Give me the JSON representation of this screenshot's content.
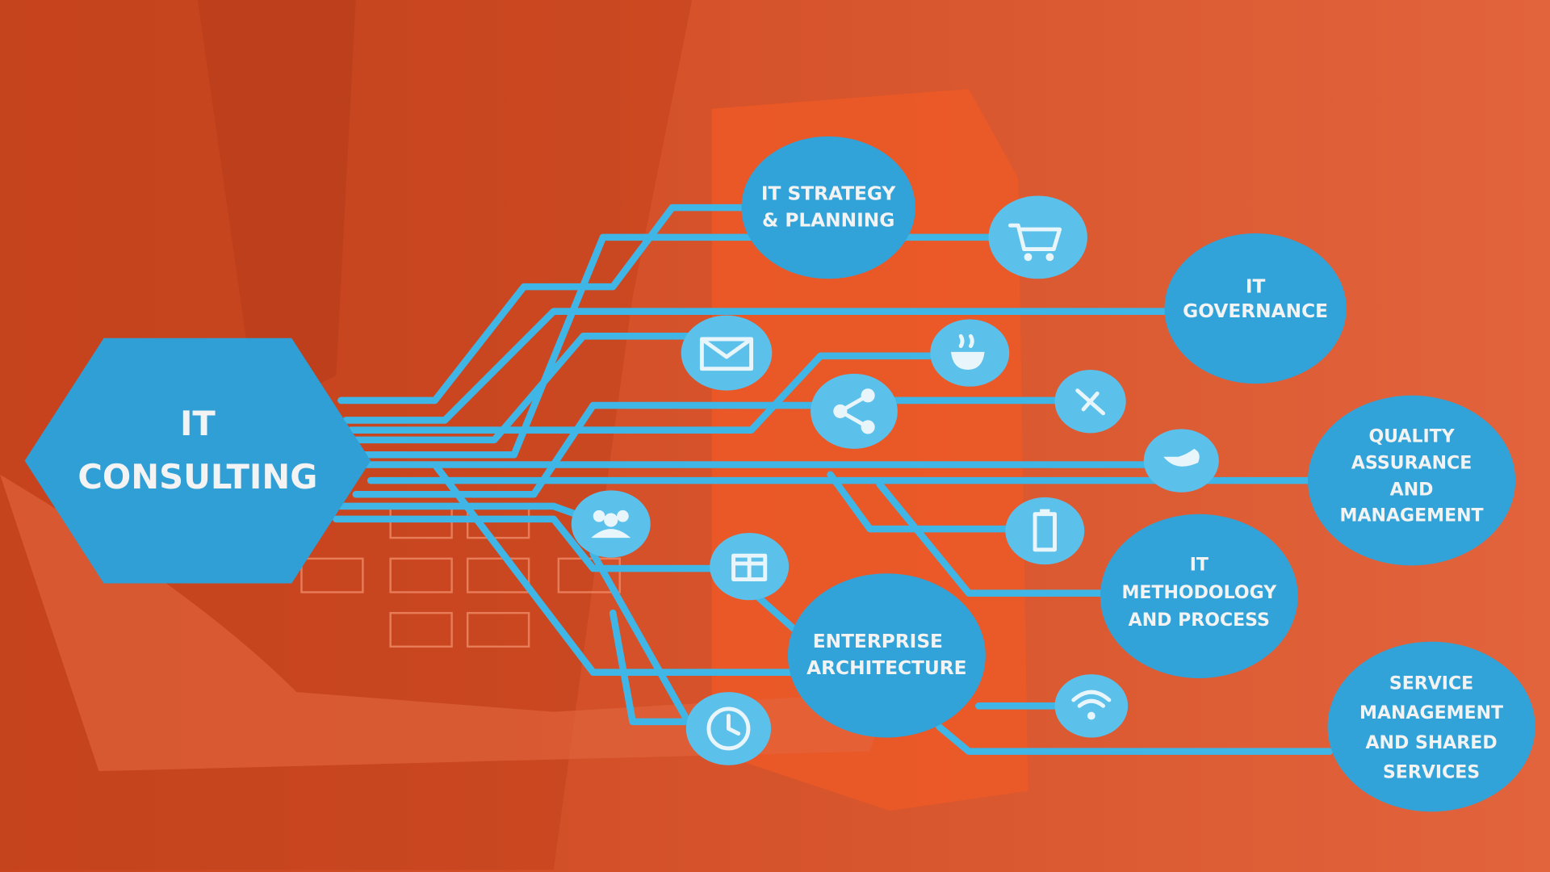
{
  "center": {
    "line1": "IT",
    "line2": "CONSULTING"
  },
  "nodes": {
    "strategy": [
      "IT STRATEGY",
      "& PLANNING"
    ],
    "governance": [
      "IT",
      "GOVERNANCE"
    ],
    "quality": [
      "QUALITY",
      "ASSURANCE",
      "AND",
      "MANAGEMENT"
    ],
    "methodology": [
      "IT",
      "METHODOLOGY",
      "AND PROCESS"
    ],
    "enterprise": [
      "ENTERPRISE",
      "ARCHITECTURE"
    ],
    "service": [
      "SERVICE",
      "MANAGEMENT",
      "AND SHARED",
      "SERVICES"
    ]
  },
  "icons": [
    "cart-icon",
    "envelope-icon",
    "coffee-icon",
    "share-icon",
    "satellite-icon",
    "bird-icon",
    "battery-icon",
    "people-icon",
    "gift-icon",
    "wifi-icon",
    "clock-icon"
  ],
  "colors": {
    "background": "#d9532c",
    "accent": "#31a3d9",
    "line": "#3fb6e6"
  }
}
